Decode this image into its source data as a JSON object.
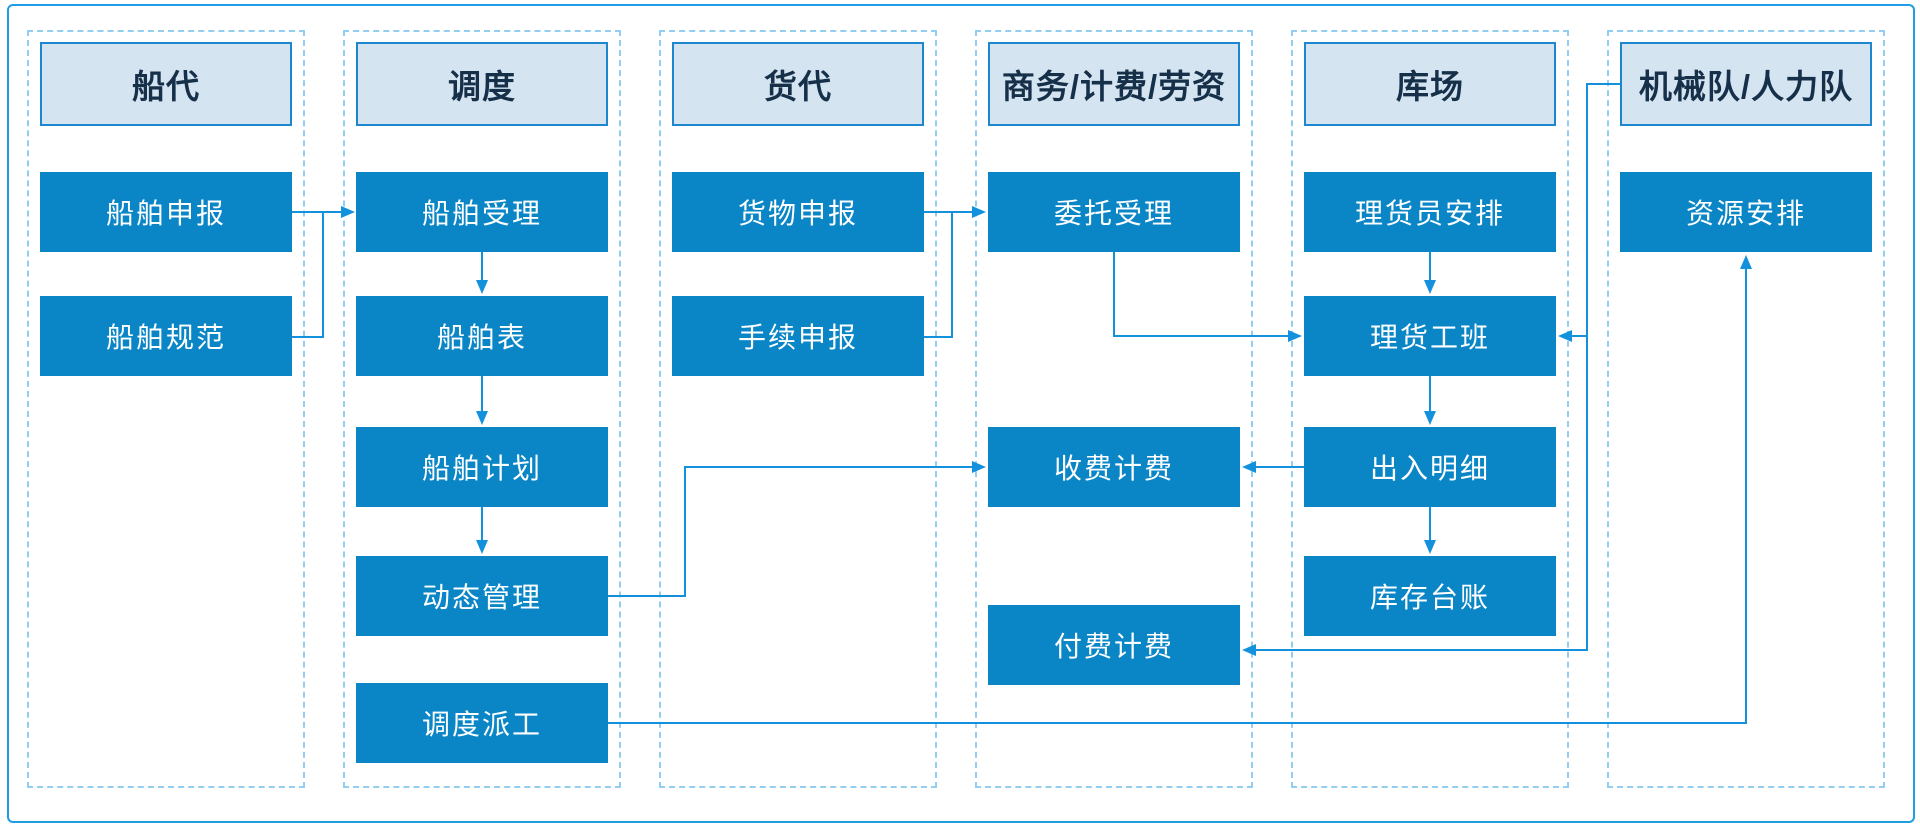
{
  "colors": {
    "node_fill": "#0a86c7",
    "node_text": "#ffffff",
    "header_fill": "#d5e4f1",
    "header_border": "#1c86cf",
    "header_text": "#16304a",
    "lane_dash": "#93cef0",
    "connector": "#1491dc",
    "outer_border": "#1e9ce4",
    "background": "#ffffff"
  },
  "lanes": [
    {
      "header": "船代",
      "nodes": [
        {
          "label": "船舶申报"
        },
        {
          "label": "船舶规范"
        }
      ]
    },
    {
      "header": "调度",
      "nodes": [
        {
          "label": "船舶受理"
        },
        {
          "label": "船舶表"
        },
        {
          "label": "船舶计划"
        },
        {
          "label": "动态管理"
        },
        {
          "label": "调度派工"
        }
      ]
    },
    {
      "header": "货代",
      "nodes": [
        {
          "label": "货物申报"
        },
        {
          "label": "手续申报"
        }
      ]
    },
    {
      "header": "商务/计费/劳资",
      "nodes": [
        {
          "label": "委托受理"
        },
        {
          "label": "收费计费"
        },
        {
          "label": "付费计费"
        }
      ]
    },
    {
      "header": "库场",
      "nodes": [
        {
          "label": "理货员安排"
        },
        {
          "label": "理货工班"
        },
        {
          "label": "出入明细"
        },
        {
          "label": "库存台账"
        }
      ]
    },
    {
      "header": "机械队/人力队",
      "nodes": [
        {
          "label": "资源安排"
        }
      ]
    }
  ],
  "edges": [
    {
      "from": "船舶申报",
      "to": "船舶受理"
    },
    {
      "from": "船舶规范",
      "to": "船舶受理"
    },
    {
      "from": "船舶受理",
      "to": "船舶表"
    },
    {
      "from": "船舶表",
      "to": "船舶计划"
    },
    {
      "from": "船舶计划",
      "to": "动态管理"
    },
    {
      "from": "动态管理",
      "to": "收费计费"
    },
    {
      "from": "货物申报",
      "to": "委托受理"
    },
    {
      "from": "手续申报",
      "to": "委托受理"
    },
    {
      "from": "委托受理",
      "to": "理货工班"
    },
    {
      "from": "理货员安排",
      "to": "理货工班"
    },
    {
      "from": "理货工班",
      "to": "出入明细"
    },
    {
      "from": "出入明细",
      "to": "库存台账"
    },
    {
      "from": "出入明细",
      "to": "收费计费"
    },
    {
      "from": "机械队/人力队",
      "to": "理货工班"
    },
    {
      "from": "机械队/人力队",
      "to": "付费计费"
    },
    {
      "from": "调度派工",
      "to": "资源安排"
    }
  ]
}
